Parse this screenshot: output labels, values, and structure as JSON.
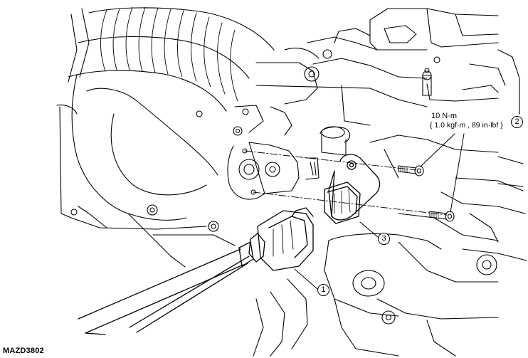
{
  "figure": {
    "code": "MAZD3802",
    "torque_spec": {
      "value": "10 N·m",
      "alternate": "{ 1.0 kgf·m , 89 in·lbf }"
    },
    "callouts": {
      "bolt": "2",
      "knock_sensor": "3",
      "connector": "1"
    }
  }
}
